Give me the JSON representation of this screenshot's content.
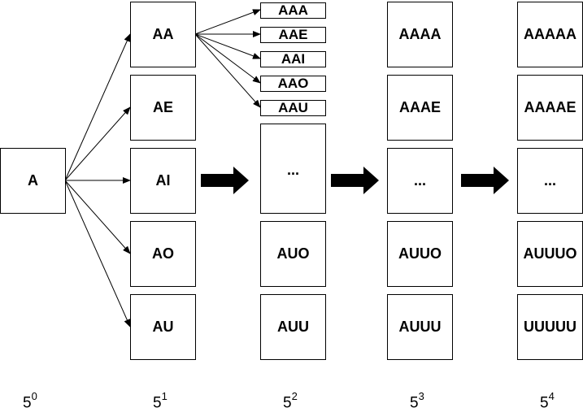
{
  "root": "A",
  "level1": [
    "AA",
    "AE",
    "AI",
    "AO",
    "AU"
  ],
  "level2": {
    "top": [
      "AAA",
      "AAE",
      "AAI",
      "AAO",
      "AAU"
    ],
    "middle": "...",
    "lower": [
      "AUO",
      "AUU"
    ]
  },
  "level3": [
    "AAAA",
    "AAAE",
    "...",
    "AUUO",
    "AUUU"
  ],
  "level4": [
    "AAAAA",
    "AAAAE",
    "...",
    "AUUUO",
    "UUUUU"
  ],
  "counts": [
    {
      "base": "5",
      "exp": "0"
    },
    {
      "base": "5",
      "exp": "1"
    },
    {
      "base": "5",
      "exp": "2"
    },
    {
      "base": "5",
      "exp": "3"
    },
    {
      "base": "5",
      "exp": "4"
    }
  ]
}
